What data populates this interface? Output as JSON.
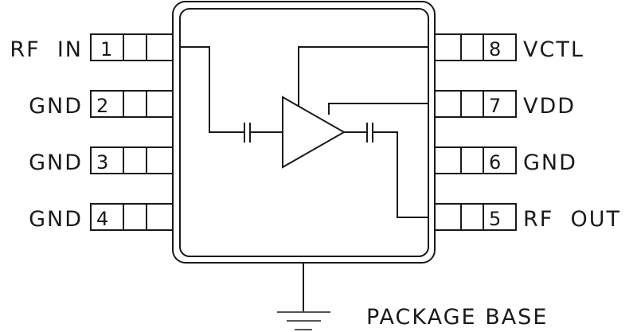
{
  "title": "Amplifier package pinout",
  "pins_left": [
    {
      "number": "1",
      "label": "RF  IN"
    },
    {
      "number": "2",
      "label": "GND"
    },
    {
      "number": "3",
      "label": "GND"
    },
    {
      "number": "4",
      "label": "GND"
    }
  ],
  "pins_right": [
    {
      "number": "8",
      "label": "VCTL"
    },
    {
      "number": "7",
      "label": "VDD"
    },
    {
      "number": "6",
      "label": "GND"
    },
    {
      "number": "5",
      "label": "RF  OUT"
    }
  ],
  "package_base_label": "PACKAGE BASE",
  "colors": {
    "line": "#1a1a1a",
    "background": "#ffffff"
  }
}
